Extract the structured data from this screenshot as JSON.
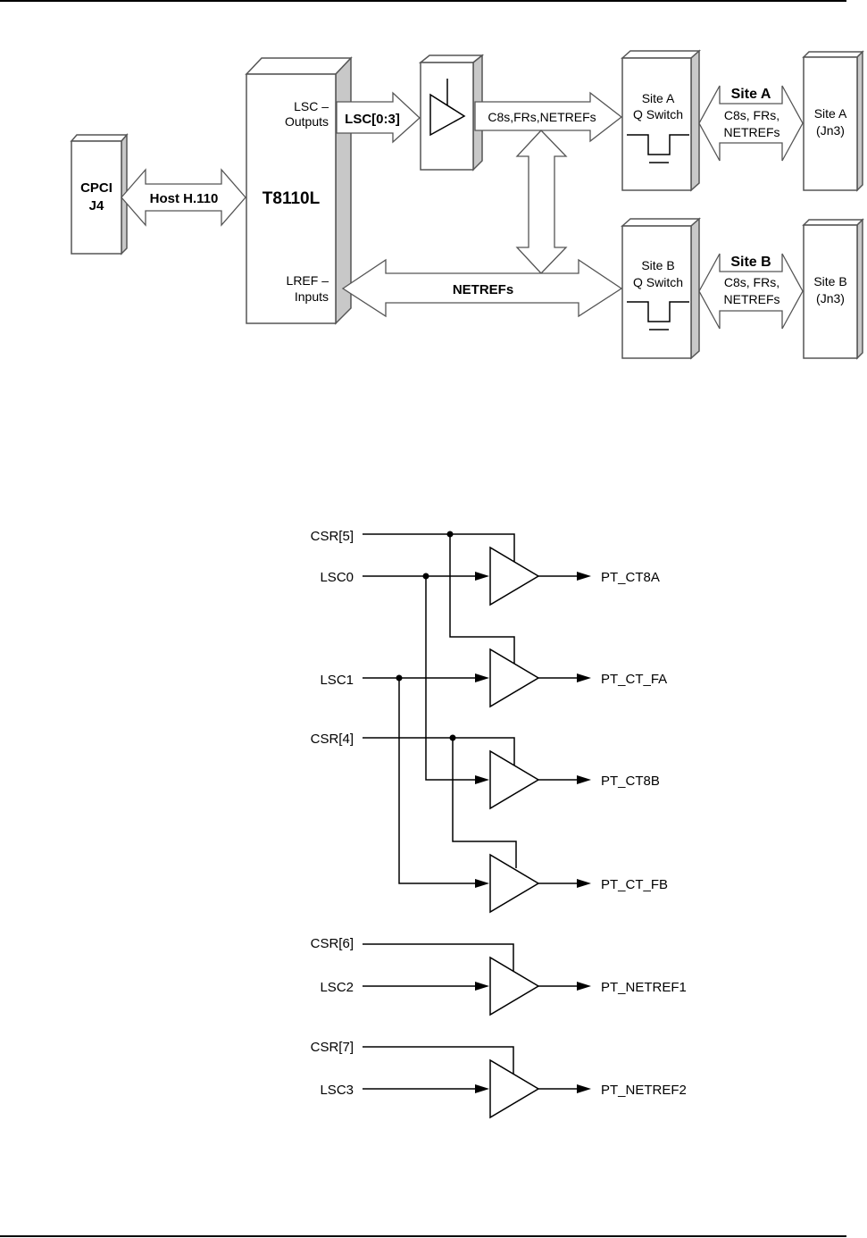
{
  "block_diagram": {
    "cpci": {
      "line1": "CPCI",
      "line2": "J4"
    },
    "host_bus": "Host H.110",
    "chip": {
      "name": "T8110L",
      "lsc_line1": "LSC –",
      "lsc_line2": "Outputs",
      "lref_line1": "LREF –",
      "lref_line2": "Inputs"
    },
    "lsc_bus": "LSC[0:3]",
    "buffer_out_bus": "C8s,FRs,NETREFs",
    "netref_bus": "NETREFs",
    "site_a_switch": {
      "line1": "Site A",
      "line2": "Q Switch"
    },
    "site_b_switch": {
      "line1": "Site B",
      "line2": "Q Switch"
    },
    "site_a_bus": {
      "title": "Site A",
      "line1": "C8s, FRs,",
      "line2": "NETREFs"
    },
    "site_b_bus": {
      "title": "Site B",
      "line1": "C8s, FRs,",
      "line2": "NETREFs"
    },
    "site_a_conn": {
      "line1": "Site A",
      "line2": "(Jn3)"
    },
    "site_b_conn": {
      "line1": "Site B",
      "line2": "(Jn3)"
    }
  },
  "logic_diagram": {
    "inputs": {
      "csr5": "CSR[5]",
      "lsc0": "LSC0",
      "lsc1": "LSC1",
      "csr4": "CSR[4]",
      "csr6": "CSR[6]",
      "lsc2": "LSC2",
      "csr7": "CSR[7]",
      "lsc3": "LSC3"
    },
    "outputs": [
      "PT_CT8A",
      "PT_CT_FA",
      "PT_CT8B",
      "PT_CT_FB",
      "PT_NETREF1",
      "PT_NETREF2"
    ]
  }
}
